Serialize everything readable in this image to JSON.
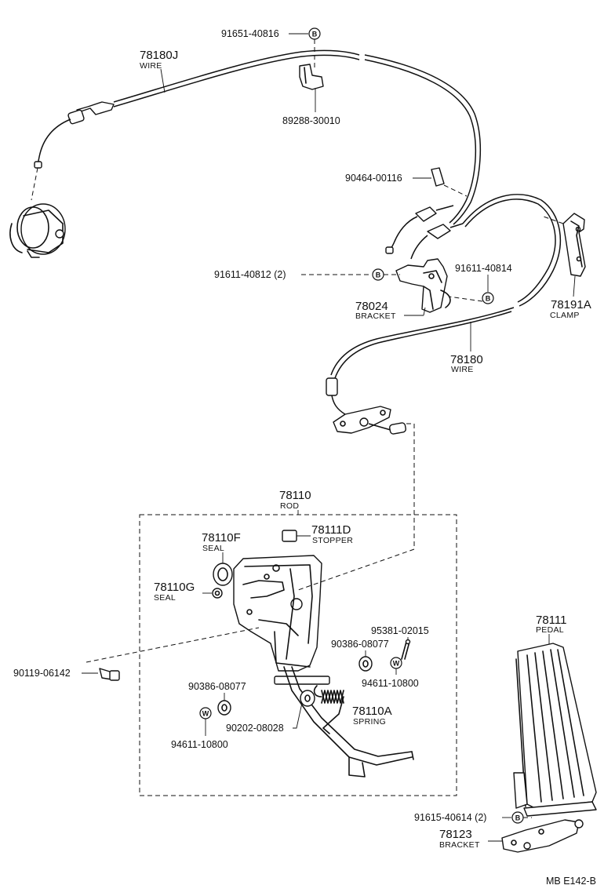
{
  "labels": {
    "p91651": "91651-40816",
    "p78180J": "78180J",
    "p78180J_sub": "WIRE",
    "p89288": "89288-30010",
    "p90464": "90464-00116",
    "p91611a": "91611-40812 (2)",
    "p91611b": "91611-40814",
    "p78024": "78024",
    "p78024_sub": "BRACKET",
    "p78191A": "78191A",
    "p78191A_sub": "CLAMP",
    "p78180": "78180",
    "p78180_sub": "WIRE",
    "p78110": "78110",
    "p78110_sub": "ROD",
    "p78110F": "78110F",
    "p78110F_sub": "SEAL",
    "p78111D": "78111D",
    "p78111D_sub": "STOPPER",
    "p78110G": "78110G",
    "p78110G_sub": "SEAL",
    "p95381": "95381-02015",
    "p90386a": "90386-08077",
    "p94611a": "94611-10800",
    "p90119": "90119-06142",
    "p90386b": "90386-08077",
    "p90202": "90202-08028",
    "p78110A": "78110A",
    "p78110A_sub": "SPRING",
    "p94611b": "94611-10800",
    "p78111": "78111",
    "p78111_sub": "PEDAL",
    "p91615": "91615-40614 (2)",
    "p78123": "78123",
    "p78123_sub": "BRACKET",
    "code": "MB  E142-B"
  },
  "badges": {
    "b1": "B",
    "b2": "B",
    "b3": "B",
    "b4": "B",
    "w1": "W",
    "w2": "W"
  }
}
